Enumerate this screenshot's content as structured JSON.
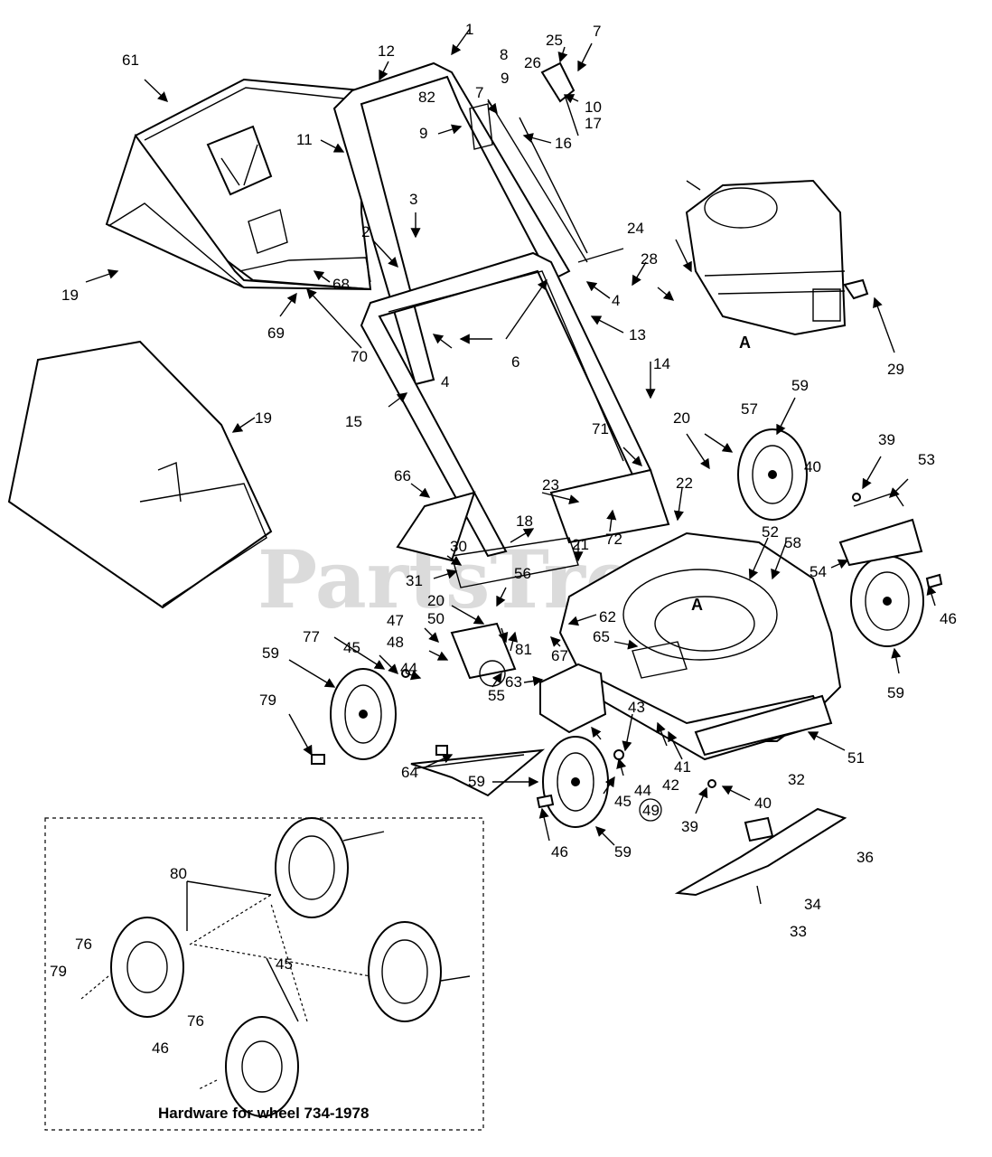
{
  "watermark": "PartsTree",
  "inset_caption": "Hardware for wheel 734-1978",
  "view_label": "A",
  "callouts": [
    {
      "key": "c1",
      "text": "1"
    },
    {
      "key": "c12",
      "text": "12"
    },
    {
      "key": "c25",
      "text": "25"
    },
    {
      "key": "c7a",
      "text": "7"
    },
    {
      "key": "c8",
      "text": "8"
    },
    {
      "key": "c26",
      "text": "26"
    },
    {
      "key": "c9a",
      "text": "9"
    },
    {
      "key": "c10",
      "text": "10"
    },
    {
      "key": "c17",
      "text": "17"
    },
    {
      "key": "c61",
      "text": "61"
    },
    {
      "key": "c82",
      "text": "82"
    },
    {
      "key": "c7b",
      "text": "7"
    },
    {
      "key": "c11",
      "text": "11"
    },
    {
      "key": "c9b",
      "text": "9"
    },
    {
      "key": "c16",
      "text": "16"
    },
    {
      "key": "c3",
      "text": "3"
    },
    {
      "key": "c2",
      "text": "2"
    },
    {
      "key": "c24",
      "text": "24"
    },
    {
      "key": "c28",
      "text": "28"
    },
    {
      "key": "c68",
      "text": "68"
    },
    {
      "key": "c4a",
      "text": "4"
    },
    {
      "key": "c19a",
      "text": "19"
    },
    {
      "key": "c69",
      "text": "69"
    },
    {
      "key": "c13",
      "text": "13"
    },
    {
      "key": "c70",
      "text": "70"
    },
    {
      "key": "c6",
      "text": "6"
    },
    {
      "key": "c4b",
      "text": "4"
    },
    {
      "key": "c29",
      "text": "29"
    },
    {
      "key": "c14",
      "text": "14"
    },
    {
      "key": "c59a",
      "text": "59"
    },
    {
      "key": "c19b",
      "text": "19"
    },
    {
      "key": "c15",
      "text": "15"
    },
    {
      "key": "c71",
      "text": "71"
    },
    {
      "key": "c20a",
      "text": "20"
    },
    {
      "key": "c57",
      "text": "57"
    },
    {
      "key": "c39a",
      "text": "39"
    },
    {
      "key": "c40a",
      "text": "40"
    },
    {
      "key": "c53",
      "text": "53"
    },
    {
      "key": "c66",
      "text": "66"
    },
    {
      "key": "c23",
      "text": "23"
    },
    {
      "key": "c22",
      "text": "22"
    },
    {
      "key": "c72",
      "text": "72"
    },
    {
      "key": "c18",
      "text": "18"
    },
    {
      "key": "c52",
      "text": "52"
    },
    {
      "key": "c58",
      "text": "58"
    },
    {
      "key": "c30",
      "text": "30"
    },
    {
      "key": "c21",
      "text": "21"
    },
    {
      "key": "c54",
      "text": "54"
    },
    {
      "key": "c31",
      "text": "31"
    },
    {
      "key": "c56",
      "text": "56"
    },
    {
      "key": "c46a",
      "text": "46"
    },
    {
      "key": "c20b",
      "text": "20"
    },
    {
      "key": "c62",
      "text": "62"
    },
    {
      "key": "c47",
      "text": "47"
    },
    {
      "key": "c50",
      "text": "50"
    },
    {
      "key": "c65",
      "text": "65"
    },
    {
      "key": "c81",
      "text": "81"
    },
    {
      "key": "c48",
      "text": "48"
    },
    {
      "key": "c77",
      "text": "77"
    },
    {
      "key": "c45a",
      "text": "45"
    },
    {
      "key": "c67",
      "text": "67"
    },
    {
      "key": "c59b",
      "text": "59"
    },
    {
      "key": "c44a",
      "text": "44"
    },
    {
      "key": "c63",
      "text": "63"
    },
    {
      "key": "c55",
      "text": "55"
    },
    {
      "key": "c59c",
      "text": "59"
    },
    {
      "key": "c79a",
      "text": "79"
    },
    {
      "key": "c43",
      "text": "43"
    },
    {
      "key": "c51",
      "text": "51"
    },
    {
      "key": "c41",
      "text": "41"
    },
    {
      "key": "c42",
      "text": "42"
    },
    {
      "key": "c64",
      "text": "64"
    },
    {
      "key": "c32",
      "text": "32"
    },
    {
      "key": "c59d",
      "text": "59"
    },
    {
      "key": "c44b",
      "text": "44"
    },
    {
      "key": "c45b",
      "text": "45"
    },
    {
      "key": "c40b",
      "text": "40"
    },
    {
      "key": "c49",
      "text": "49"
    },
    {
      "key": "c39b",
      "text": "39"
    },
    {
      "key": "c46b",
      "text": "46"
    },
    {
      "key": "c59e",
      "text": "59"
    },
    {
      "key": "c36",
      "text": "36"
    },
    {
      "key": "c80",
      "text": "80"
    },
    {
      "key": "c34",
      "text": "34"
    },
    {
      "key": "c33",
      "text": "33"
    },
    {
      "key": "c76a",
      "text": "76"
    },
    {
      "key": "c45c",
      "text": "45"
    },
    {
      "key": "c79b",
      "text": "79"
    },
    {
      "key": "c76b",
      "text": "76"
    },
    {
      "key": "c46c",
      "text": "46"
    }
  ]
}
